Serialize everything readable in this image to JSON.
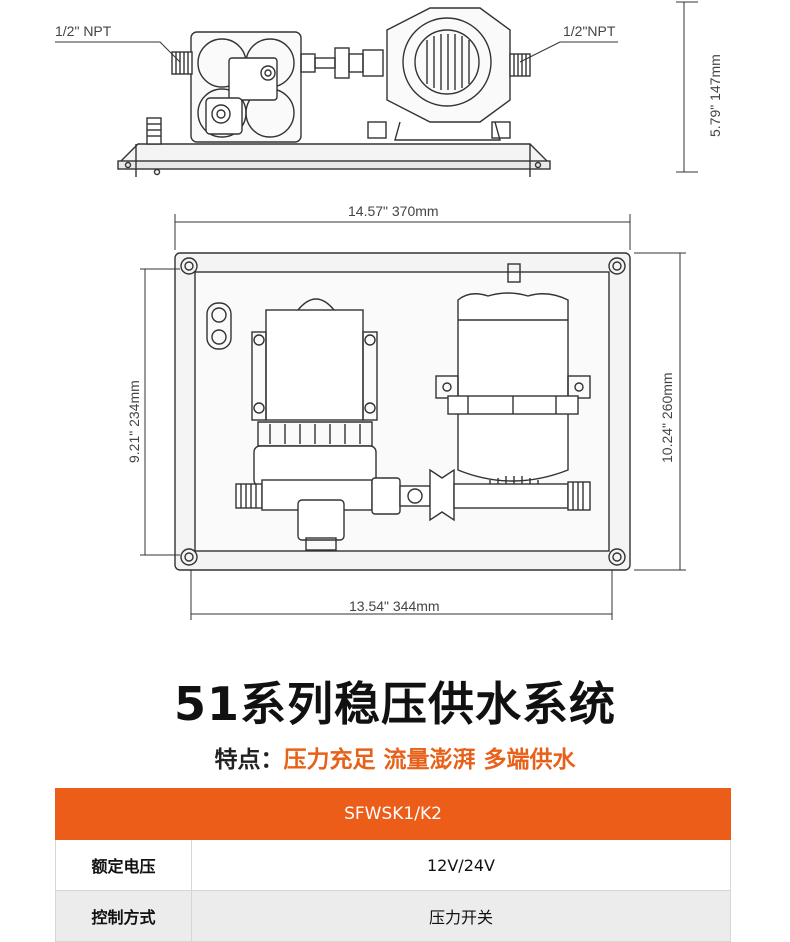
{
  "drawing": {
    "top_view": {
      "left_port": "1/2\" NPT",
      "right_port": "1/2\"NPT",
      "height_label": "5.79\" 147mm"
    },
    "front_view": {
      "outer_width": "14.57\" 370mm",
      "inner_width": "13.54\" 344mm",
      "inner_height": "9.21\" 234mm",
      "outer_height": "10.24\" 260mm"
    }
  },
  "title": "51系列稳压供水系统",
  "features": {
    "label": "特点：",
    "items": [
      "压力充足",
      "流量澎湃",
      "多端供水"
    ]
  },
  "spec_table": {
    "header": "SFWSK1/K2",
    "rows": [
      {
        "key": "额定电压",
        "value": "12V/24V"
      },
      {
        "key": "控制方式",
        "value": "压力开关"
      }
    ]
  },
  "colors": {
    "accent": "#ec5d1a",
    "accent_text": "#e8611a"
  }
}
